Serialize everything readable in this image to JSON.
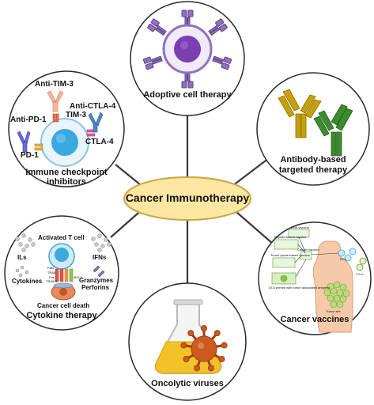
{
  "center": {
    "label": "Cancer Immunotherapy"
  },
  "nodes": {
    "adoptive": {
      "label": "Adoptive cell therapy"
    },
    "antibody": {
      "label_line1": "Antibody-based",
      "label_line2": "targeted therapy"
    },
    "vaccines": {
      "label": "Cancer vaccines",
      "tags": {
        "peptide": "Peptide-based vaccine",
        "dna": "DNA vaccine",
        "tumor_lysate": "Tumor lysate-based vaccine",
        "cancer_vaccine": "Cancer vaccine",
        "dcs_primed": "DCs primed with tumor associated antigens",
        "dcs": "DCs",
        "ctls": "CTLs",
        "tumor_site": "Tumor site"
      }
    },
    "oncolytic": {
      "label": "Oncolytic viruses"
    },
    "cytokine": {
      "label": "Cytokine therapy",
      "activated_t": "Activated T cell",
      "ils": "ILs",
      "ifns": "IFNs",
      "cytokines": "Cytokines",
      "granzymes": "Granzymes",
      "perforins": "Perforins",
      "cancer_death": "Cancer cell death",
      "small_labels": [
        "FasL",
        "TRAIL",
        "Fas",
        "TRAILR",
        "MHC I"
      ]
    },
    "checkpoint": {
      "label_line1": "Immune checkpoint",
      "label_line2": "inhibitors",
      "anti_tim3": "Anti-TIM-3",
      "tim3": "TIM-3",
      "anti_ctla4": "Anti-CTLA-4",
      "ctla4": "CTLA-4",
      "anti_pd1": "Anti-PD-1",
      "pd1": "PD-1"
    }
  },
  "colors": {
    "center_fill": "#FBE7A1",
    "center_stroke": "#C9A545",
    "line": "#3a3a3a",
    "purple": "#7B5EA7",
    "antibody_gold": "#C7A008",
    "antibody_green": "#3C8B2E",
    "flask_liquid": "#F3C229",
    "virus": "#CD5A1F",
    "cell_blue": "#3AA9E0",
    "vaccine_green": "#8DC542"
  }
}
